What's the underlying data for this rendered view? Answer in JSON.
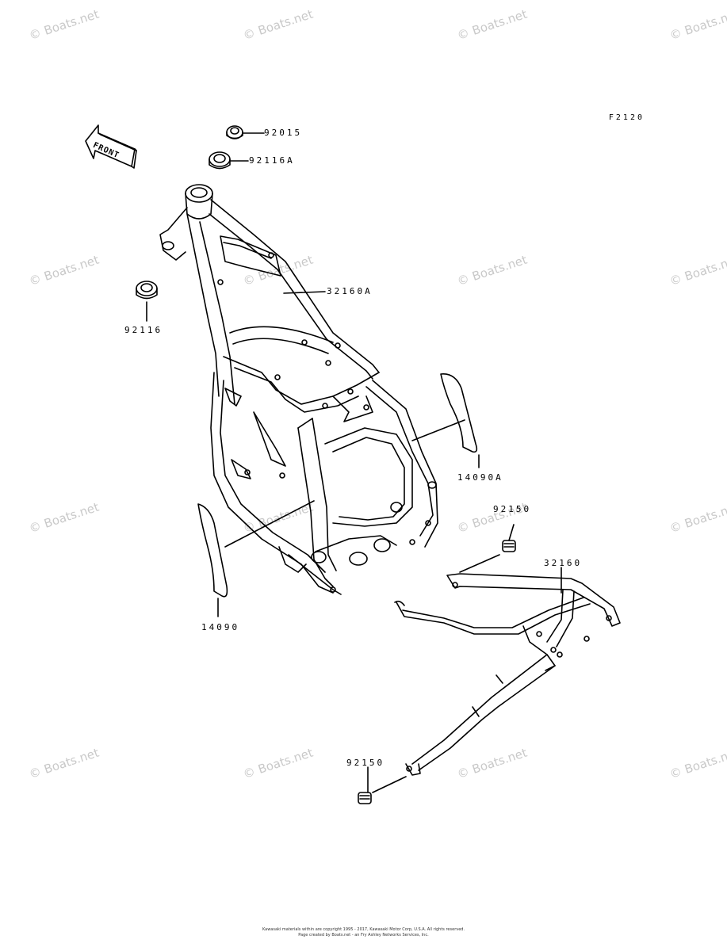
{
  "diagram": {
    "code": "F2120",
    "front_label": "FRONT"
  },
  "parts": [
    {
      "label": "92015"
    },
    {
      "label": "92116A"
    },
    {
      "label": "32160A"
    },
    {
      "label": "92116"
    },
    {
      "label": "14090A"
    },
    {
      "label": "92150"
    },
    {
      "label": "32160"
    },
    {
      "label": "14090"
    },
    {
      "label": "92150"
    }
  ],
  "watermark": "© Boats.net",
  "copyright": {
    "line1": "Kawasaki materials within are copyright 1995 - 2017, Kawasaki Motor Corp, U.S.A. All rights reserved.",
    "line2": "Page created by Boats.net - an Fry Ashley Networks Services, Inc."
  }
}
